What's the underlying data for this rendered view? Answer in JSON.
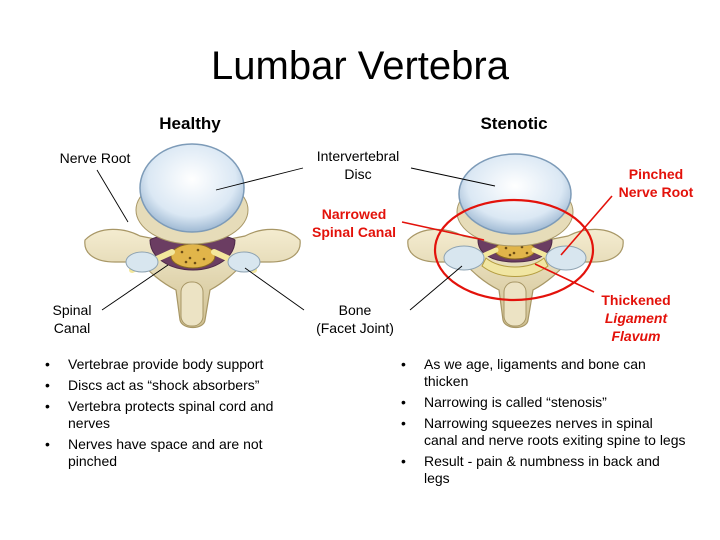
{
  "title": "Lumbar Vertebra",
  "columns": {
    "healthy": "Healthy",
    "stenotic": "Stenotic"
  },
  "labels": {
    "nerve_root": "Nerve Root",
    "intervertebral_disc_line1": "Intervertebral",
    "intervertebral_disc_line2": "Disc",
    "narrowed_line1": "Narrowed",
    "narrowed_line2": "Spinal Canal",
    "pinched_line1": "Pinched",
    "pinched_line2": "Nerve Root",
    "spinal_canal_line1": "Spinal",
    "spinal_canal_line2": "Canal",
    "bone_line1": "Bone",
    "bone_line2": "(Facet Joint)",
    "thickened_line1": "Thickened",
    "thickened_line2": "Ligament",
    "thickened_line3": "Flavum"
  },
  "colors": {
    "highlight": "#e3120b",
    "bone": "#e9e0bf",
    "disc": "#cfe0f0",
    "canal": "#6b3d62",
    "nerve": "#f3e79c"
  },
  "healthy_bullets": [
    "Vertebrae provide body support",
    "Discs act as “shock absorbers”",
    "Vertebra protects spinal cord and nerves",
    "Nerves have space and are not pinched"
  ],
  "stenotic_bullets": [
    "As we age, ligaments and bone can thicken",
    "Narrowing is called “stenosis”",
    "Narrowing squeezes nerves in spinal canal and nerve roots exiting spine to legs",
    "Result - pain & numbness in back and legs"
  ]
}
